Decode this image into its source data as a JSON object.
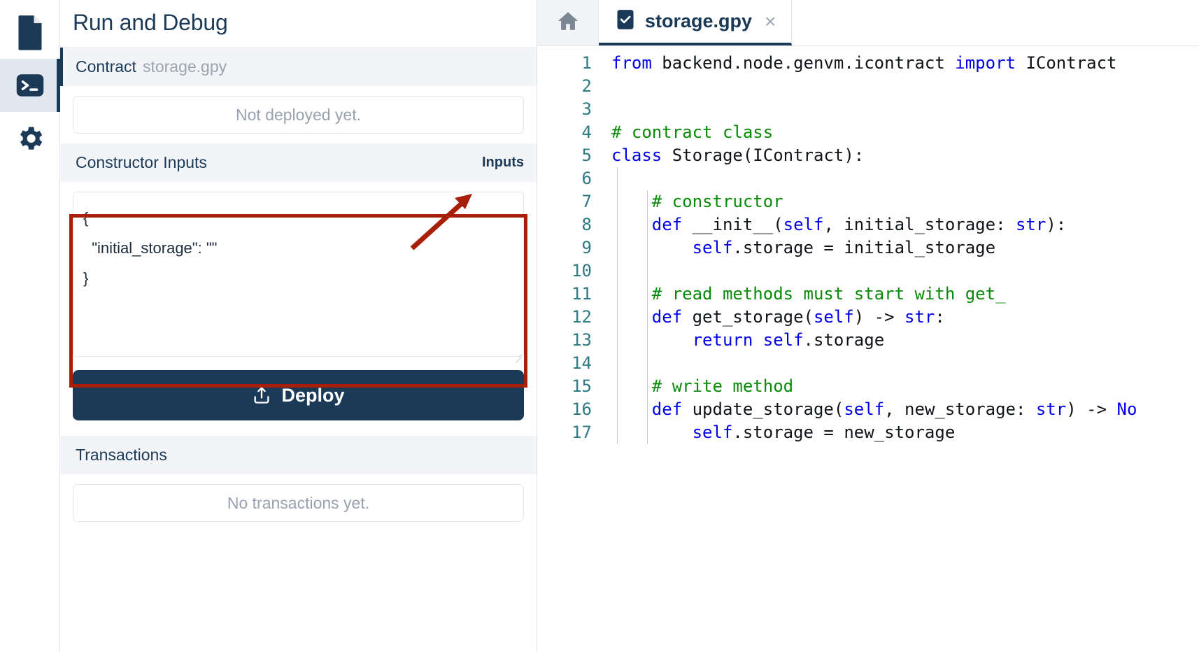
{
  "activity_bar": {
    "items": [
      {
        "name": "file-explorer",
        "icon": "file-icon",
        "active": false
      },
      {
        "name": "run-and-debug",
        "icon": "terminal-icon",
        "active": true
      },
      {
        "name": "settings",
        "icon": "gear-icon",
        "active": false
      }
    ]
  },
  "panel": {
    "title": "Run and Debug",
    "contract": {
      "label": "Contract",
      "file": "storage.gpy"
    },
    "deploy_status": "Not deployed yet.",
    "constructor": {
      "heading": "Constructor Inputs",
      "right_label": "Inputs",
      "json_value": "{\n  \"initial_storage\": \"\"\n}",
      "placeholder": "{}"
    },
    "deploy_button": {
      "label": "Deploy",
      "icon": "upload-icon"
    },
    "transactions": {
      "heading": "Transactions",
      "empty": "No transactions yet."
    }
  },
  "editor": {
    "home_tab_icon": "home-icon",
    "tab": {
      "icon": "file-check-icon",
      "name": "storage.gpy",
      "close": "×"
    },
    "line_numbers": [
      "1",
      "2",
      "3",
      "4",
      "5",
      "6",
      "7",
      "8",
      "9",
      "10",
      "11",
      "12",
      "13",
      "14",
      "15",
      "16",
      "17"
    ],
    "code_lines": [
      [
        {
          "t": "from ",
          "c": "kw"
        },
        {
          "t": "backend.node.genvm.icontract ",
          "c": "pl"
        },
        {
          "t": "import ",
          "c": "kw"
        },
        {
          "t": "IContract",
          "c": "pl"
        }
      ],
      [],
      [],
      [
        {
          "t": "# contract class",
          "c": "cm"
        }
      ],
      [
        {
          "t": "class ",
          "c": "kw"
        },
        {
          "t": "Storage(IContract):",
          "c": "pl"
        }
      ],
      [],
      [
        {
          "t": "    # constructor",
          "c": "cm"
        }
      ],
      [
        {
          "t": "    ",
          "c": "pl"
        },
        {
          "t": "def ",
          "c": "kw"
        },
        {
          "t": "__init__(",
          "c": "pl"
        },
        {
          "t": "self",
          "c": "kw"
        },
        {
          "t": ", initial_storage: ",
          "c": "pl"
        },
        {
          "t": "str",
          "c": "kw"
        },
        {
          "t": "):",
          "c": "pl"
        }
      ],
      [
        {
          "t": "        ",
          "c": "pl"
        },
        {
          "t": "self",
          "c": "kw"
        },
        {
          "t": ".storage = initial_storage",
          "c": "pl"
        }
      ],
      [],
      [
        {
          "t": "    # read methods must start with get_",
          "c": "cm"
        }
      ],
      [
        {
          "t": "    ",
          "c": "pl"
        },
        {
          "t": "def ",
          "c": "kw"
        },
        {
          "t": "get_storage(",
          "c": "pl"
        },
        {
          "t": "self",
          "c": "kw"
        },
        {
          "t": ") -> ",
          "c": "pl"
        },
        {
          "t": "str",
          "c": "kw"
        },
        {
          "t": ":",
          "c": "pl"
        }
      ],
      [
        {
          "t": "        ",
          "c": "pl"
        },
        {
          "t": "return ",
          "c": "kw"
        },
        {
          "t": "self",
          "c": "kw"
        },
        {
          "t": ".storage",
          "c": "pl"
        }
      ],
      [],
      [
        {
          "t": "    # write method",
          "c": "cm"
        }
      ],
      [
        {
          "t": "    ",
          "c": "pl"
        },
        {
          "t": "def ",
          "c": "kw"
        },
        {
          "t": "update_storage(",
          "c": "pl"
        },
        {
          "t": "self",
          "c": "kw"
        },
        {
          "t": ", new_storage: ",
          "c": "pl"
        },
        {
          "t": "str",
          "c": "kw"
        },
        {
          "t": ") -> ",
          "c": "pl"
        },
        {
          "t": "No",
          "c": "kw"
        }
      ],
      [
        {
          "t": "        ",
          "c": "pl"
        },
        {
          "t": "self",
          "c": "kw"
        },
        {
          "t": ".storage = new_storage",
          "c": "pl"
        }
      ]
    ]
  },
  "annotation": {
    "box_color": "#a81f07",
    "arrow_color": "#a81f07",
    "target": "constructor-inputs-json-editor"
  },
  "colors": {
    "brand_dark": "#1b3a57",
    "panel_gray": "#f2f4f7",
    "muted_text": "#98a2b0",
    "keyword": "#0000e6",
    "comment": "#088a08",
    "gutter": "#2d7a85"
  }
}
